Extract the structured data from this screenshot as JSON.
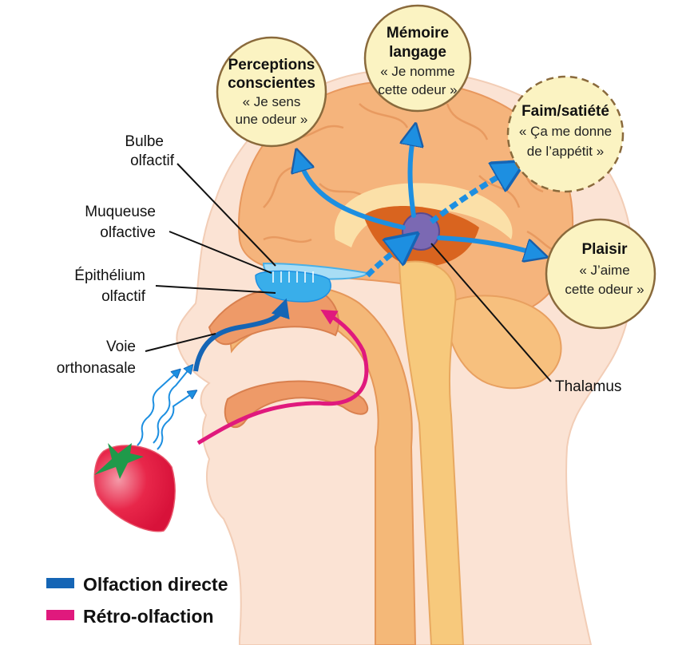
{
  "colors": {
    "skin": "#fbe3d4",
    "brain": "#f5b47c",
    "nasal": "#ee9a68",
    "thalamus": "#7b69b3",
    "bubble": "#fbf3c2",
    "direct": "#1565b5",
    "retro": "#e0197d"
  },
  "bubbles": {
    "perceptions": {
      "title1": "Perceptions",
      "title2": "conscientes",
      "line1": "« Je sens",
      "line2": "une odeur »"
    },
    "memoire": {
      "title1": "Mémoire",
      "title2": "langage",
      "line1": "« Je nomme",
      "line2": "cette odeur »"
    },
    "faim": {
      "title1": "Faim/satiété",
      "line1": "« Ça me donne",
      "line2": "de l’appétit »"
    },
    "plaisir": {
      "title1": "Plaisir",
      "line1": "« J’aime",
      "line2": "cette odeur »"
    }
  },
  "labels": {
    "bulbe": [
      "Bulbe",
      "olfactif"
    ],
    "muqueuse": [
      "Muqueuse",
      "olfactive"
    ],
    "epithelium": [
      "Épithélium",
      "olfactif"
    ],
    "voie": [
      "Voie",
      "orthonasale"
    ],
    "thalamus": "Thalamus"
  },
  "legend": [
    {
      "label": "Olfaction directe",
      "color": "#1565b5"
    },
    {
      "label": "Rétro-olfaction",
      "color": "#e0197d"
    }
  ]
}
